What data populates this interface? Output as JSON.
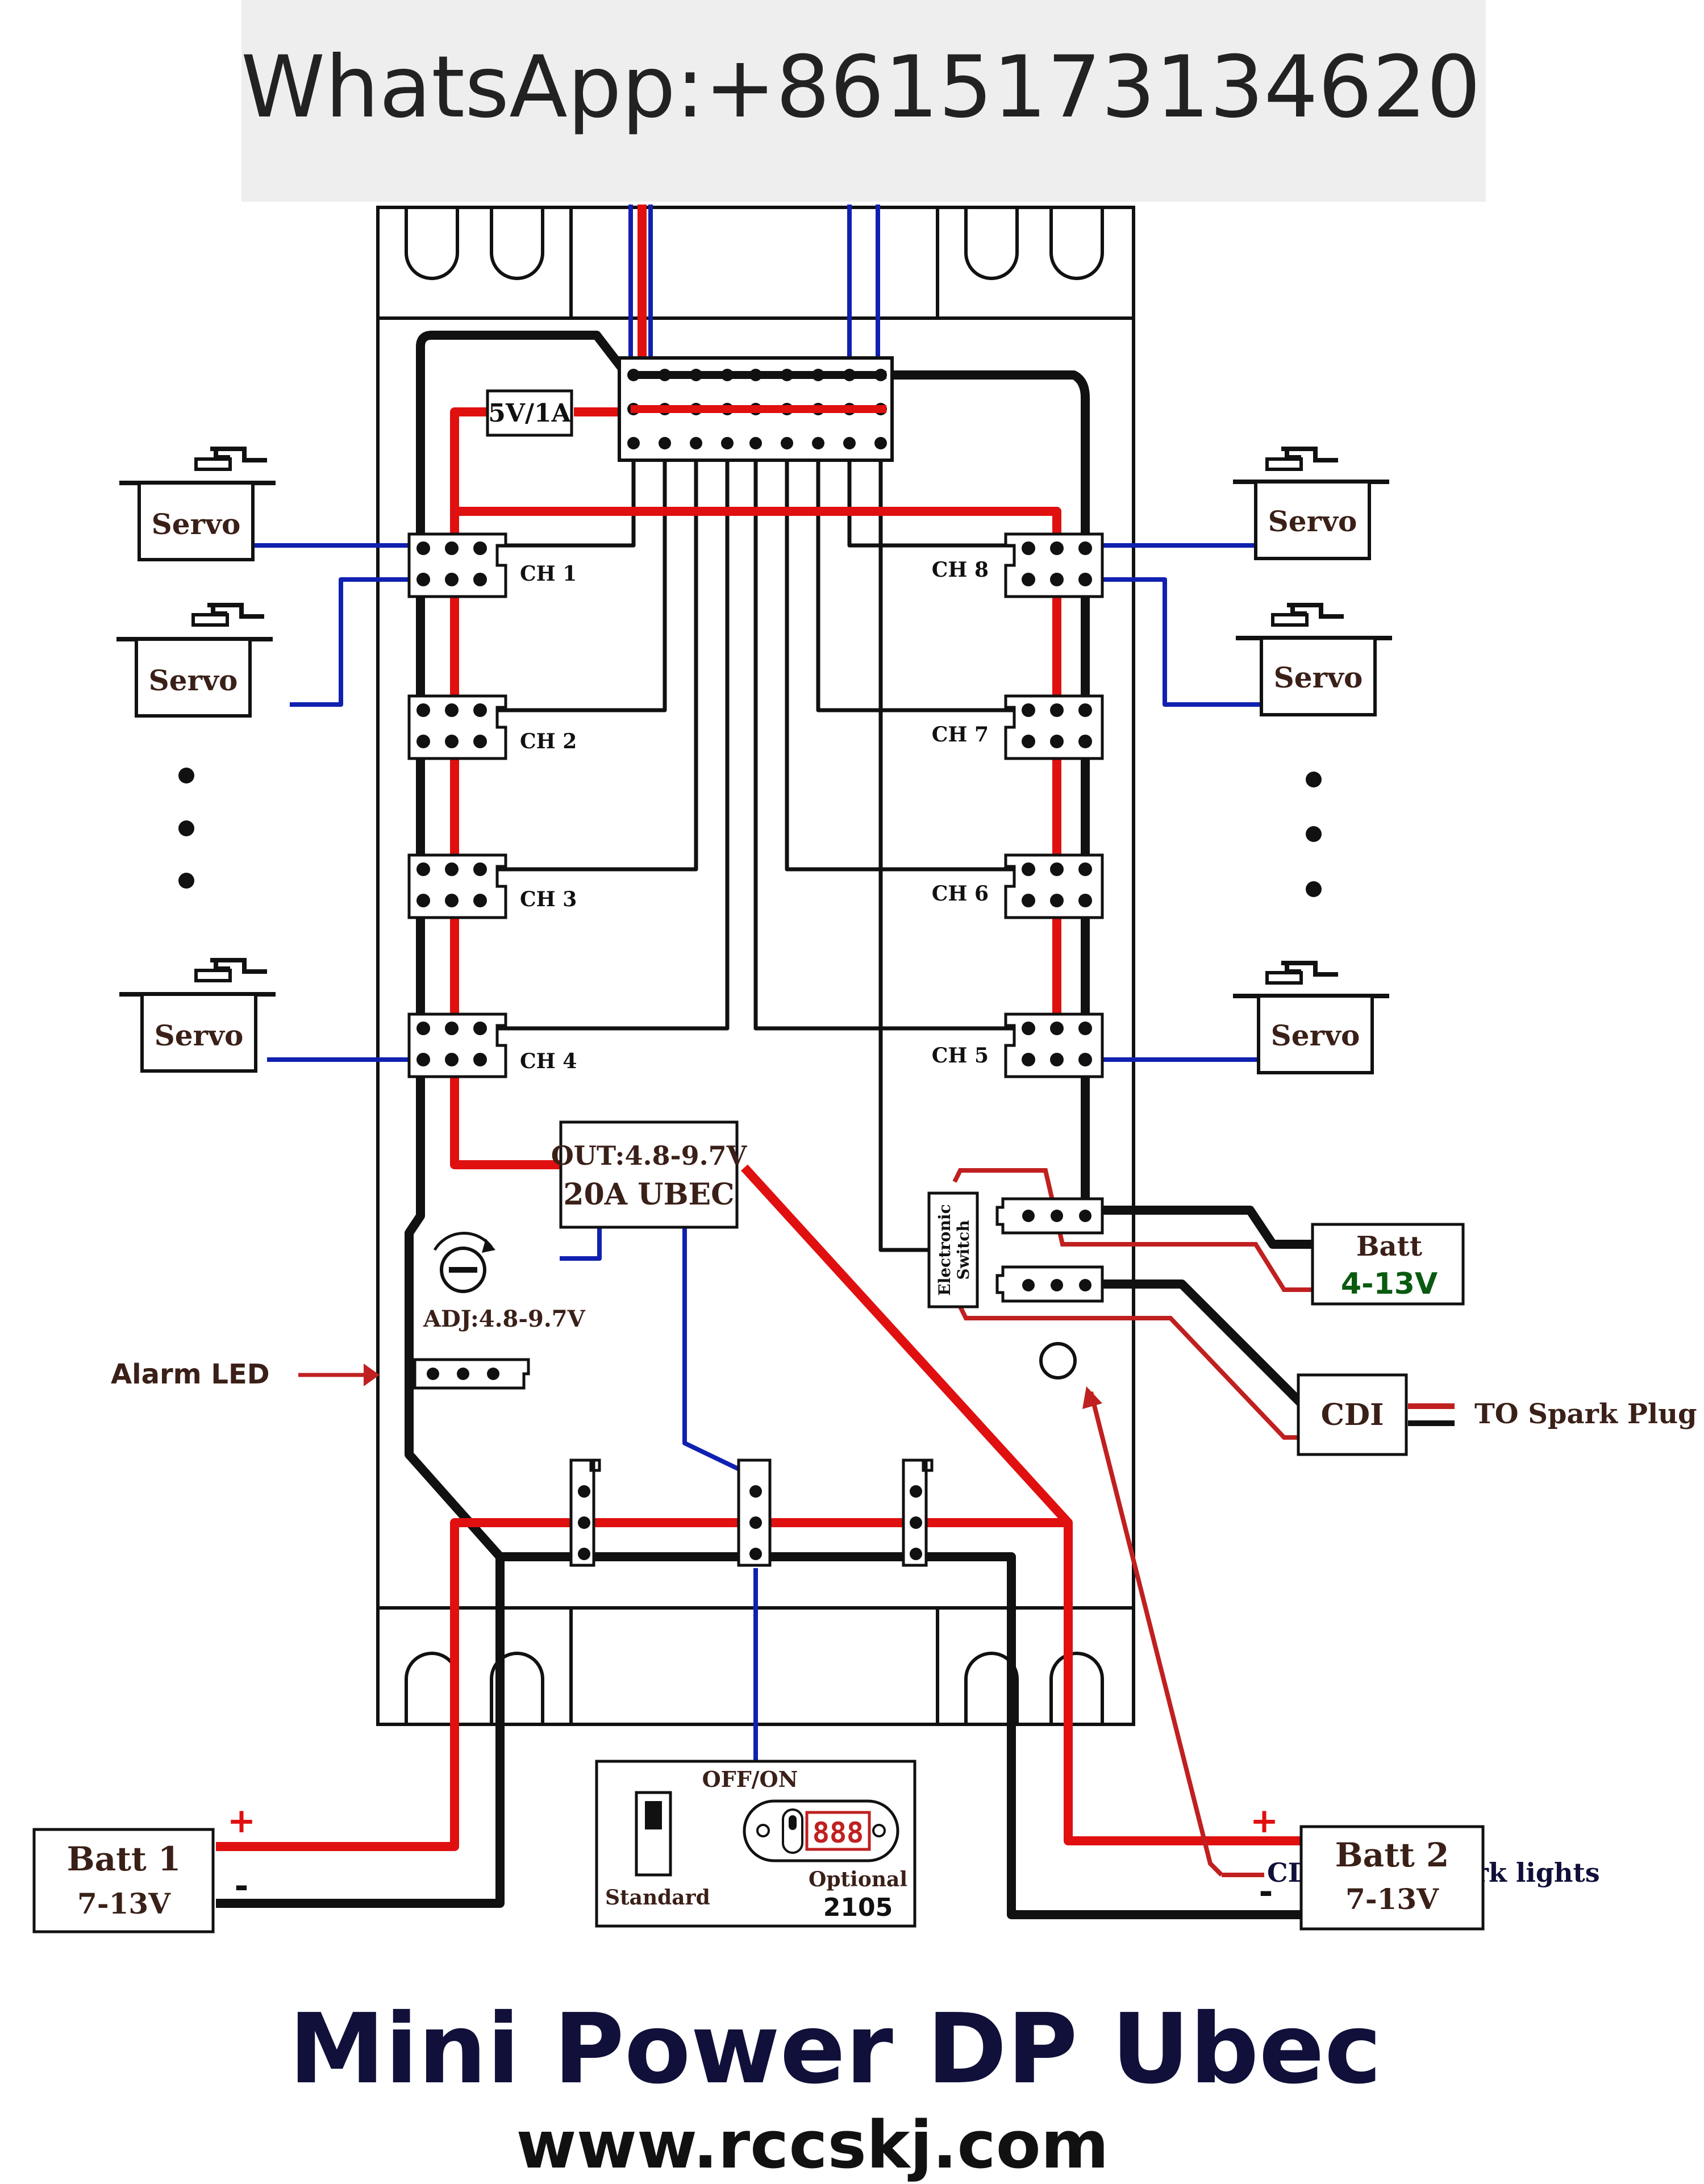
{
  "banner": {
    "whatsapp": "WhatsApp:+8615173134620"
  },
  "board": {
    "reg_5v": "5V/1A",
    "channels": [
      "CH 1",
      "CH 2",
      "CH 3",
      "CH 4",
      "CH 5",
      "CH 6",
      "CH 7",
      "CH 8"
    ],
    "ubec_line1": "OUT:4.8-9.7V",
    "ubec_line2": "20A UBEC",
    "adj": "ADJ:4.8-9.7V",
    "alarm_led": "Alarm LED",
    "electronic_switch_line1": "Electronic",
    "electronic_switch_line2": "Switch"
  },
  "servo_label": "Servo",
  "ignition": {
    "batt_title": "Batt",
    "batt_voltage": "4-13V",
    "cdi": "CDI",
    "spark": "TO Spark Plug",
    "work_lights": "CDI Power Work lights"
  },
  "batteries": {
    "batt1_title": "Batt 1",
    "batt1_voltage": "7-13V",
    "batt2_title": "Batt 2",
    "batt2_voltage": "7-13V",
    "plus": "+",
    "minus": "-"
  },
  "switch_panel": {
    "offon": "OFF/ON",
    "standard": "Standard",
    "optional": "Optional",
    "model": "2105"
  },
  "footer": {
    "title": "Mini Power DP Ubec",
    "url": "www.rccskj.com"
  },
  "colors": {
    "power": "#e01010",
    "ground": "#111111",
    "signal": "#1020b0",
    "label_dark": "#3a2018",
    "green_text": "#0a5a10",
    "title_navy": "#10103a"
  }
}
